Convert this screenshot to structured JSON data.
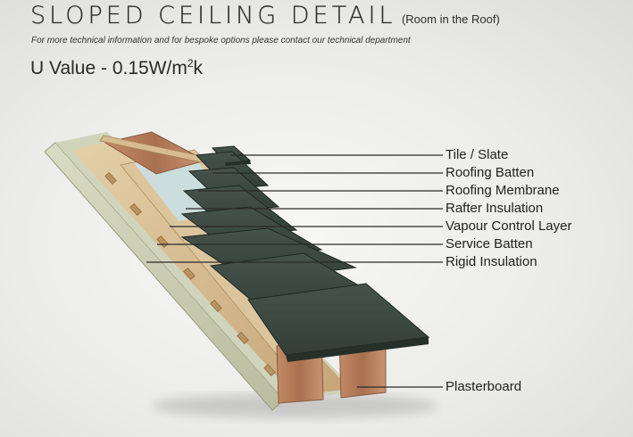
{
  "header": {
    "title": "SLOPED CEILING DETAIL",
    "subtitle": "(Room in the Roof)",
    "note": "For more technical information and for bespoke  options please contact our technical department",
    "u_value_prefix": "U Value - 0.15W/m",
    "u_value_exp": "2",
    "u_value_suffix": "k"
  },
  "layers": [
    "Tile / Slate",
    "Roofing Batten",
    "Roofing Membrane",
    "Rafter Insulation",
    "Vapour Control Layer",
    "Service Batten",
    "Rigid Insulation",
    "Plasterboard"
  ],
  "colors": {
    "slate": "#3a4640",
    "slate_edge": "#26302b",
    "timber": "#d6b98f",
    "rafter": "#b7805e",
    "insulation_blue": "#c9dfe3",
    "plasterboard": "#c8cbb0",
    "leader": "#2a2a2a"
  }
}
